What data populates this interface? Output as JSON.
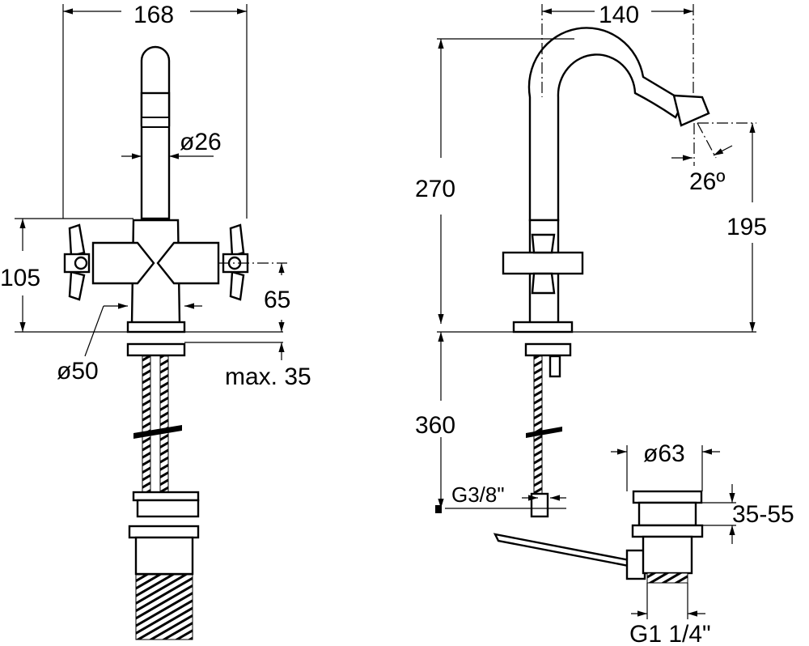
{
  "left_view": {
    "width": "168",
    "spout_diameter": "ø26",
    "height": "105",
    "handle_height": "65",
    "base_diameter": "ø50",
    "max_thickness": "max. 35"
  },
  "right_view": {
    "reach": "140",
    "total_height": "270",
    "spout_angle": "26º",
    "spout_outlet_height": "195",
    "hose_length": "360",
    "supply_thread": "G3/8\"",
    "waste_diameter": "ø63",
    "waste_range": "35-55",
    "waste_thread": "G1 1/4\""
  }
}
